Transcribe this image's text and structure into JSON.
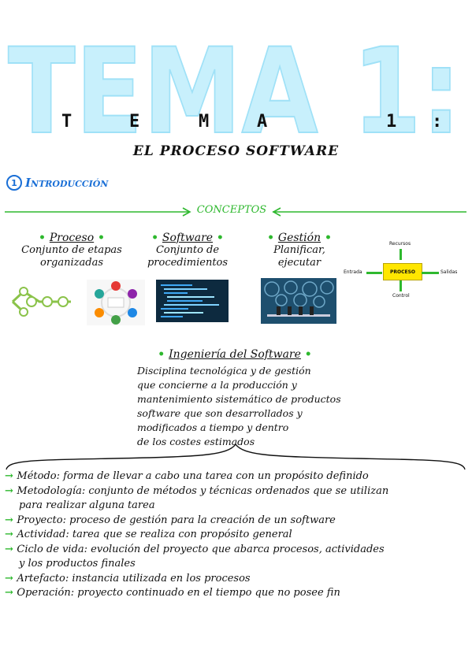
{
  "header": {
    "big_title": "TEMA 1:",
    "letters": [
      "T",
      "E",
      "M",
      "A",
      "1",
      ":"
    ],
    "subtitle": "EL PROCESO SOFTWARE"
  },
  "section": {
    "number": "1",
    "title": "Introducción"
  },
  "concepts_label": "CONCEPTOS",
  "concepts": [
    {
      "title": "Proceso",
      "desc_line1": "Conjunto de etapas",
      "desc_line2": "organizadas"
    },
    {
      "title": "Software",
      "desc_line1": "Conjunto de",
      "desc_line2": "procedimientos"
    },
    {
      "title": "Gestión",
      "desc_line1": "Planificar,",
      "desc_line2": "ejecutar"
    }
  ],
  "process_diagram": {
    "top": "Recursos",
    "left": "Entrada",
    "center": "PROCESO",
    "right": "Salidas",
    "bottom": "Control"
  },
  "ingenieria": {
    "title": "Ingeniería del Software",
    "lines": [
      "Disciplina tecnológica y de gestión",
      "que concierne a la producción y",
      "mantenimiento sistemático de productos",
      "software que son desarrollados y",
      "modificados a tiempo y dentro",
      "de los costes estimados"
    ]
  },
  "definitions": [
    {
      "text": "Método: forma de llevar a cabo una tarea con un propósito definido",
      "arrow": true
    },
    {
      "text": "Metodología: conjunto de métodos y técnicas ordenados que se utilizan",
      "arrow": true
    },
    {
      "text": "para realizar alguna tarea",
      "arrow": false
    },
    {
      "text": "Proyecto: proceso de gestión para la creación de un software",
      "arrow": true
    },
    {
      "text": "Actividad: tarea que se realiza con propósito general",
      "arrow": true
    },
    {
      "text": "Ciclo de vida: evolución del proyecto que abarca procesos, actividades",
      "arrow": true
    },
    {
      "text": "y los productos finales",
      "arrow": false
    },
    {
      "text": "Artefacto: instancia utilizada en los procesos",
      "arrow": true
    },
    {
      "text": "Operación: proyecto continuado en el tiempo que no posee fin",
      "arrow": true
    }
  ],
  "colors": {
    "accent_blue": "#1a6fd6",
    "title_cyan": "#7fd8f5",
    "green": "#2eb82e",
    "process_yellow": "#ffe600"
  }
}
